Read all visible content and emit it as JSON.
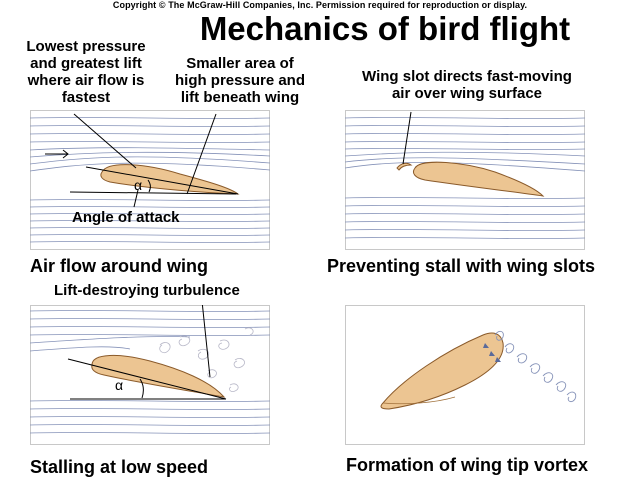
{
  "copyright": "Copyright © The McGraw-Hill Companies, Inc. Permission required for reproduction or display.",
  "title": "Mechanics of bird flight",
  "panel1": {
    "label_low_pressure": [
      "Lowest pressure",
      "and greatest lift",
      "where air flow is",
      "fastest"
    ],
    "label_high_pressure": [
      "Smaller area of",
      "high pressure and",
      "lift beneath wing"
    ],
    "label_angle": "Angle of attack",
    "alpha": "α",
    "caption": "Air flow around wing"
  },
  "panel2": {
    "label_slot": [
      "Wing slot directs fast-moving",
      "air over wing surface"
    ],
    "caption": "Preventing stall with wing slots"
  },
  "panel3": {
    "label_turbulence": "Lift-destroying turbulence",
    "alpha": "α",
    "caption": "Stalling at low speed"
  },
  "panel4": {
    "caption": "Formation of wing tip vortex"
  },
  "colors": {
    "wing_fill": "#ecc592",
    "wing_stroke": "#8a5a2a",
    "airflow": "#8592b8",
    "panel_border": "#c8c8c8",
    "text": "#000000"
  }
}
